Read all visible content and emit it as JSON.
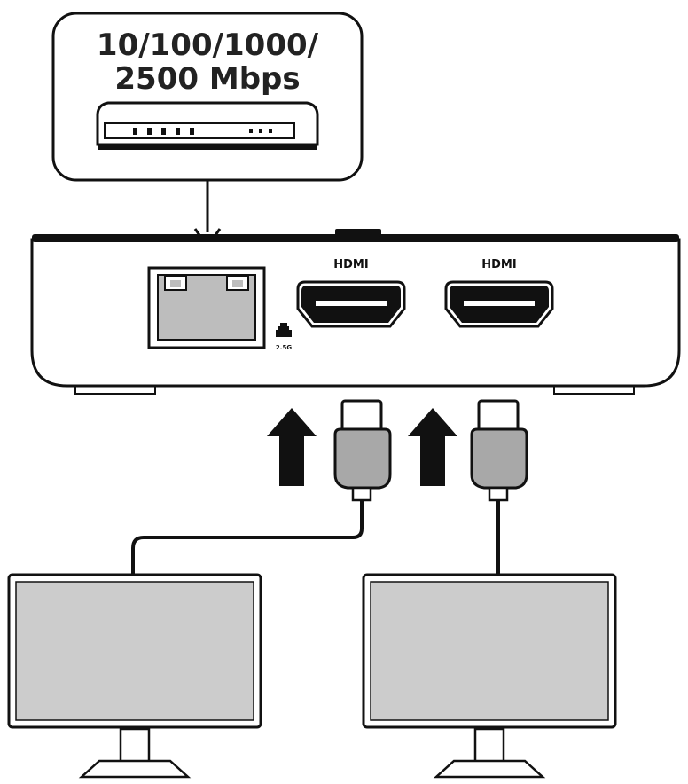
{
  "network": {
    "speed_line1": "10/100/1000/",
    "speed_line2": "2500 Mbps"
  },
  "ports": {
    "hdmi_1_label": "HDMI",
    "hdmi_2_label": "HDMI",
    "ethernet_icon_caption": "2.5G"
  },
  "colors": {
    "outline": "#111111",
    "port_gray": "#bdbdbd",
    "screen_gray": "#cccccc",
    "cable_gray": "#a8a8a8"
  }
}
